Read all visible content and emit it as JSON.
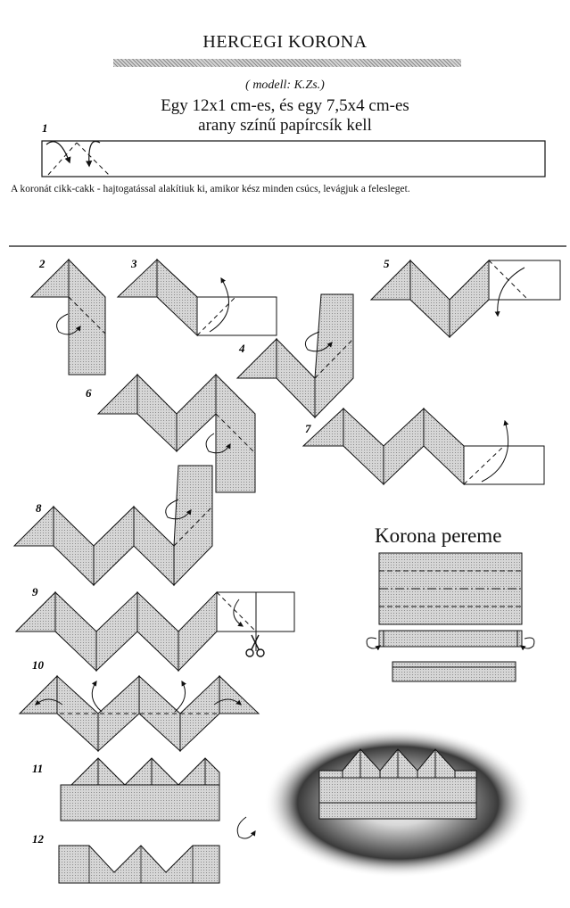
{
  "title": "HERCEGI KORONA",
  "credit": "( modell: K.Zs.)",
  "requirements": [
    "Egy 12x1 cm-es, és egy 7,5x4 cm-es",
    "arany színű papírcsík kell"
  ],
  "caption": "A koronát  cikk-cakk - hajtogatással alakítiuk ki, amikor kész minden csúcs, levágjuk a felesleget.",
  "brim_title": "Korona pereme",
  "steps": [
    "1",
    "2",
    "3",
    "4",
    "5",
    "6",
    "7",
    "8",
    "9",
    "10",
    "11",
    "12"
  ],
  "colors": {
    "paper": "#cfcfcf",
    "paper_dark": "#a9a9a9",
    "ink": "#111111"
  }
}
